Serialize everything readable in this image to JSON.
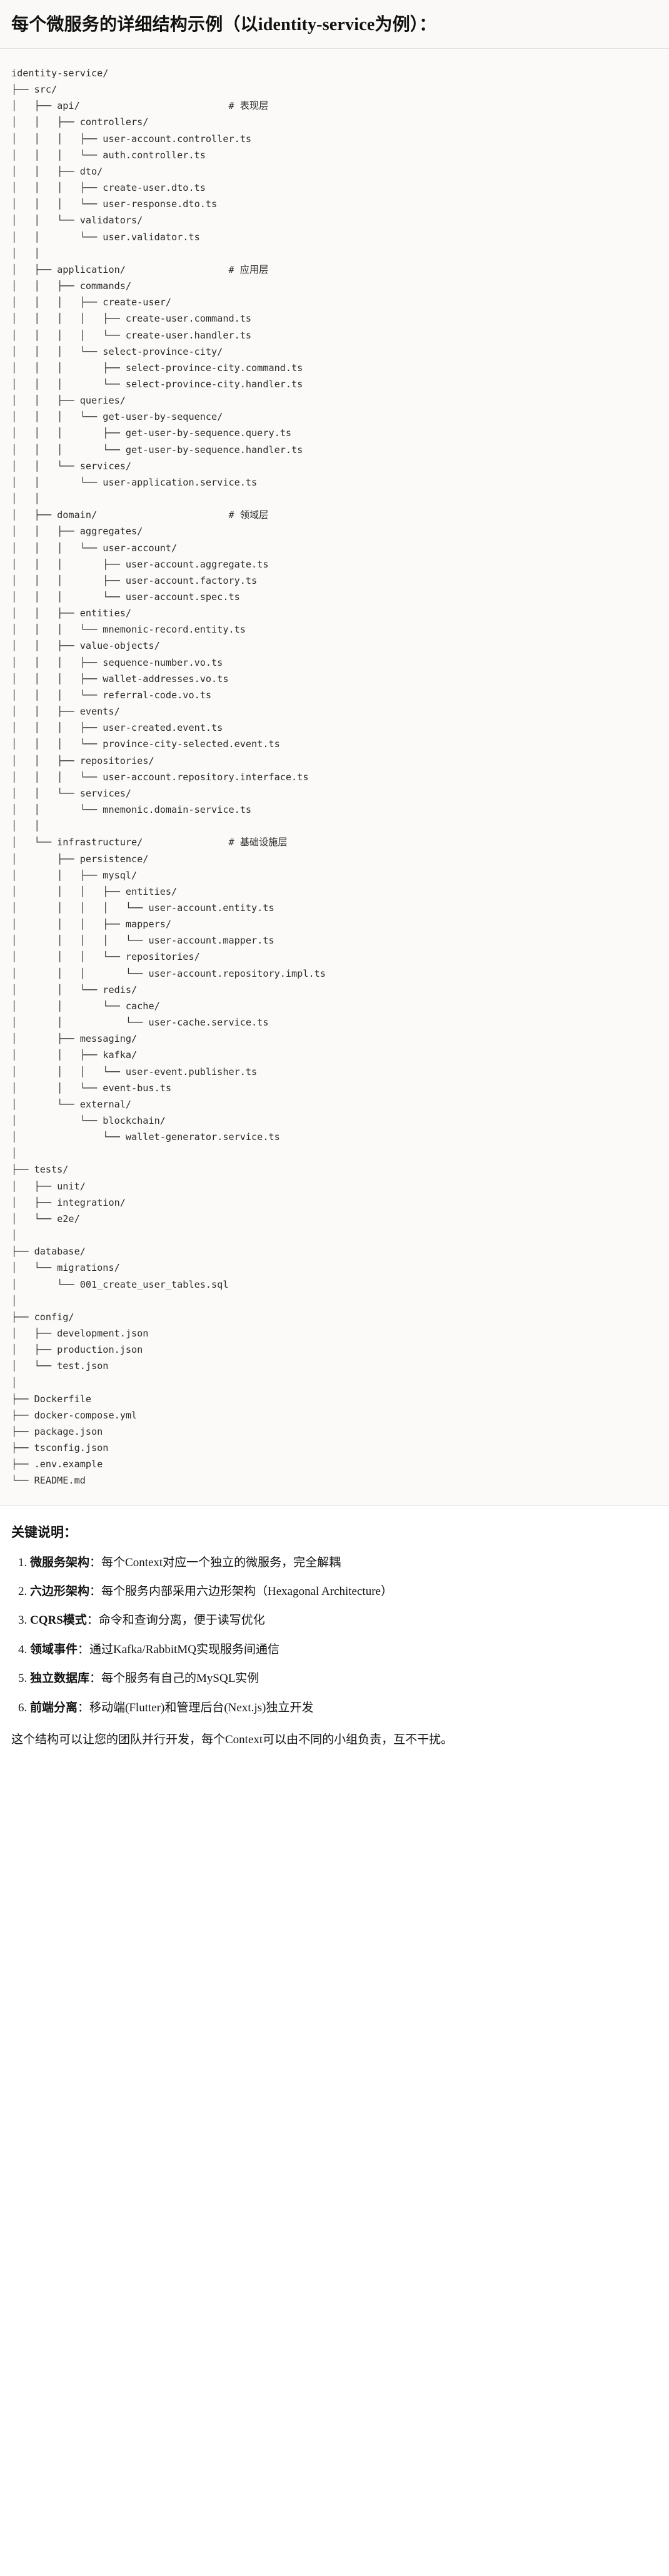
{
  "title": "每个微服务的详细结构示例（以identity-service为例）：",
  "tree": {
    "text": "identity-service/\n├── src/\n│   ├── api/                          # 表现层\n│   │   ├── controllers/\n│   │   │   ├── user-account.controller.ts\n│   │   │   └── auth.controller.ts\n│   │   ├── dto/\n│   │   │   ├── create-user.dto.ts\n│   │   │   └── user-response.dto.ts\n│   │   └── validators/\n│   │       └── user.validator.ts\n│   │\n│   ├── application/                  # 应用层\n│   │   ├── commands/\n│   │   │   ├── create-user/\n│   │   │   │   ├── create-user.command.ts\n│   │   │   │   └── create-user.handler.ts\n│   │   │   └── select-province-city/\n│   │   │       ├── select-province-city.command.ts\n│   │   │       └── select-province-city.handler.ts\n│   │   ├── queries/\n│   │   │   └── get-user-by-sequence/\n│   │   │       ├── get-user-by-sequence.query.ts\n│   │   │       └── get-user-by-sequence.handler.ts\n│   │   └── services/\n│   │       └── user-application.service.ts\n│   │\n│   ├── domain/                       # 领域层\n│   │   ├── aggregates/\n│   │   │   └── user-account/\n│   │   │       ├── user-account.aggregate.ts\n│   │   │       ├── user-account.factory.ts\n│   │   │       └── user-account.spec.ts\n│   │   ├── entities/\n│   │   │   └── mnemonic-record.entity.ts\n│   │   ├── value-objects/\n│   │   │   ├── sequence-number.vo.ts\n│   │   │   ├── wallet-addresses.vo.ts\n│   │   │   └── referral-code.vo.ts\n│   │   ├── events/\n│   │   │   ├── user-created.event.ts\n│   │   │   └── province-city-selected.event.ts\n│   │   ├── repositories/\n│   │   │   └── user-account.repository.interface.ts\n│   │   └── services/\n│   │       └── mnemonic.domain-service.ts\n│   │\n│   └── infrastructure/               # 基础设施层\n│       ├── persistence/\n│       │   ├── mysql/\n│       │   │   ├── entities/\n│       │   │   │   └── user-account.entity.ts\n│       │   │   ├── mappers/\n│       │   │   │   └── user-account.mapper.ts\n│       │   │   └── repositories/\n│       │   │       └── user-account.repository.impl.ts\n│       │   └── redis/\n│       │       └── cache/\n│       │           └── user-cache.service.ts\n│       ├── messaging/\n│       │   ├── kafka/\n│       │   │   └── user-event.publisher.ts\n│       │   └── event-bus.ts\n│       └── external/\n│           └── blockchain/\n│               └── wallet-generator.service.ts\n│\n├── tests/\n│   ├── unit/\n│   ├── integration/\n│   └── e2e/\n│\n├── database/\n│   └── migrations/\n│       └── 001_create_user_tables.sql\n│\n├── config/\n│   ├── development.json\n│   ├── production.json\n│   └── test.json\n│\n├── Dockerfile\n├── docker-compose.yml\n├── package.json\n├── tsconfig.json\n├── .env.example\n└── README.md"
  },
  "notes": {
    "heading": "关键说明：",
    "points": [
      {
        "term": "微服务架构",
        "desc": "：每个Context对应一个独立的微服务，完全解耦"
      },
      {
        "term": "六边形架构",
        "desc": "：每个服务内部采用六边形架构（Hexagonal Architecture）"
      },
      {
        "term": "CQRS模式",
        "desc": "：命令和查询分离，便于读写优化"
      },
      {
        "term": "领域事件",
        "desc": "：通过Kafka/RabbitMQ实现服务间通信"
      },
      {
        "term": "独立数据库",
        "desc": "：每个服务有自己的MySQL实例"
      },
      {
        "term": "前端分离",
        "desc": "：移动端(Flutter)和管理后台(Next.js)独立开发"
      }
    ],
    "closing": "这个结构可以让您的团队并行开发，每个Context可以由不同的小组负责，互不干扰。"
  }
}
